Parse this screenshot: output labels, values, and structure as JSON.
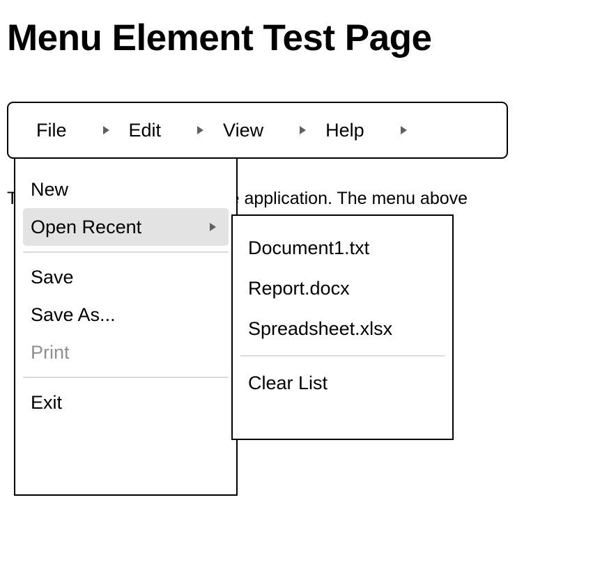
{
  "page": {
    "title": "Menu Element Test Page",
    "paragraph": "This is the main content of the application. The menu above"
  },
  "menubar": {
    "items": [
      {
        "label": "File",
        "icon": "triangle-right-icon"
      },
      {
        "label": "Edit",
        "icon": "triangle-right-icon"
      },
      {
        "label": "View",
        "icon": "triangle-right-icon"
      },
      {
        "label": "Help",
        "icon": "triangle-right-icon"
      }
    ]
  },
  "file_menu": {
    "items": [
      {
        "label": "New",
        "state": "normal",
        "submenu": false
      },
      {
        "label": "Open Recent",
        "state": "highlighted",
        "submenu": true,
        "icon": "triangle-right-icon"
      },
      {
        "label": "Save",
        "state": "normal",
        "submenu": false
      },
      {
        "label": "Save As...",
        "state": "normal",
        "submenu": false
      },
      {
        "label": "Print",
        "state": "disabled",
        "submenu": false
      },
      {
        "label": "Exit",
        "state": "normal",
        "submenu": false
      }
    ]
  },
  "open_recent_submenu": {
    "items": [
      {
        "label": "Document1.txt"
      },
      {
        "label": "Report.docx"
      },
      {
        "label": "Spreadsheet.xlsx"
      },
      {
        "label": "Clear List"
      }
    ]
  },
  "colors": {
    "border": "#000000",
    "highlight_bg": "#e3e3e3",
    "disabled_text": "#8f8f8f",
    "separator": "#dcdcdc",
    "arrow": "#606060",
    "text": "#000000",
    "background": "#ffffff"
  }
}
